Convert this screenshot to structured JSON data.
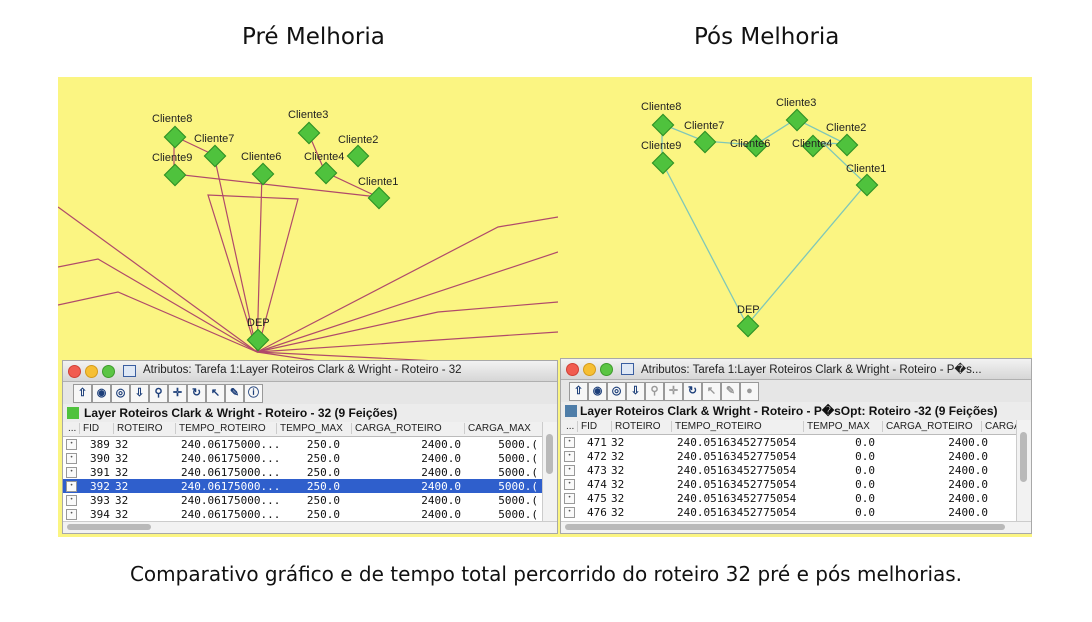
{
  "headings": {
    "before": "Pré Melhoria",
    "after": "Pós Melhoria"
  },
  "caption": "Comparativo gráfico e de tempo total percorrido do roteiro 32 pré e pós melhorias.",
  "colors": {
    "map_bg": "#fbf582",
    "node": "#4fc23d",
    "route_before": "#b04a6a",
    "route_after": "#7fc7b8",
    "selected_row": "#2f5fcc"
  },
  "before": {
    "nodes": [
      {
        "label": "Cliente8"
      },
      {
        "label": "Cliente7"
      },
      {
        "label": "Cliente9"
      },
      {
        "label": "Cliente3"
      },
      {
        "label": "Cliente2"
      },
      {
        "label": "Cliente6"
      },
      {
        "label": "Cliente4"
      },
      {
        "label": "Cliente1"
      },
      {
        "label": "DEP"
      }
    ],
    "window": {
      "title": "Atributos: Tarefa 1:Layer Roteiros Clark & Wright - Roteiro - 32",
      "layer_title": "Layer Roteiros Clark & Wright - Roteiro - 32 (9 Feições)",
      "columns": [
        "...",
        "FID",
        "ROTEIRO",
        "TEMPO_ROTEIRO",
        "TEMPO_MAX",
        "CARGA_ROTEIRO",
        "CARGA_MAX"
      ],
      "rows": [
        {
          "fid": "389",
          "roteiro": "32",
          "tempo_roteiro": "240.06175000...",
          "tempo_max": "250.0",
          "carga_roteiro": "2400.0",
          "carga_max": "5000.("
        },
        {
          "fid": "390",
          "roteiro": "32",
          "tempo_roteiro": "240.06175000...",
          "tempo_max": "250.0",
          "carga_roteiro": "2400.0",
          "carga_max": "5000.("
        },
        {
          "fid": "391",
          "roteiro": "32",
          "tempo_roteiro": "240.06175000...",
          "tempo_max": "250.0",
          "carga_roteiro": "2400.0",
          "carga_max": "5000.("
        },
        {
          "fid": "392",
          "roteiro": "32",
          "tempo_roteiro": "240.06175000...",
          "tempo_max": "250.0",
          "carga_roteiro": "2400.0",
          "carga_max": "5000.(",
          "selected": true
        },
        {
          "fid": "393",
          "roteiro": "32",
          "tempo_roteiro": "240.06175000...",
          "tempo_max": "250.0",
          "carga_roteiro": "2400.0",
          "carga_max": "5000.("
        },
        {
          "fid": "394",
          "roteiro": "32",
          "tempo_roteiro": "240.06175000...",
          "tempo_max": "250.0",
          "carga_roteiro": "2400.0",
          "carga_max": "5000.("
        }
      ]
    }
  },
  "after": {
    "nodes": [
      {
        "label": "Cliente8"
      },
      {
        "label": "Cliente7"
      },
      {
        "label": "Cliente9"
      },
      {
        "label": "Cliente3"
      },
      {
        "label": "Cliente2"
      },
      {
        "label": "Cliente6"
      },
      {
        "label": "Cliente4"
      },
      {
        "label": "Cliente1"
      },
      {
        "label": "DEP"
      }
    ],
    "window": {
      "title": "Atributos: Tarefa 1:Layer Roteiros Clark & Wright - Roteiro - P�s...",
      "layer_title": "Layer Roteiros Clark & Wright - Roteiro - P�sOpt: Roteiro -32 (9 Feições)",
      "columns": [
        "...",
        "FID",
        "ROTEIRO",
        "TEMPO_ROTEIRO",
        "TEMPO_MAX",
        "CARGA_ROTEIRO",
        "CARGA"
      ],
      "rows": [
        {
          "fid": "471",
          "roteiro": "32",
          "tempo_roteiro": "240.05163452775054",
          "tempo_max": "0.0",
          "carga_roteiro": "2400.0"
        },
        {
          "fid": "472",
          "roteiro": "32",
          "tempo_roteiro": "240.05163452775054",
          "tempo_max": "0.0",
          "carga_roteiro": "2400.0"
        },
        {
          "fid": "473",
          "roteiro": "32",
          "tempo_roteiro": "240.05163452775054",
          "tempo_max": "0.0",
          "carga_roteiro": "2400.0"
        },
        {
          "fid": "474",
          "roteiro": "32",
          "tempo_roteiro": "240.05163452775054",
          "tempo_max": "0.0",
          "carga_roteiro": "2400.0"
        },
        {
          "fid": "475",
          "roteiro": "32",
          "tempo_roteiro": "240.05163452775054",
          "tempo_max": "0.0",
          "carga_roteiro": "2400.0"
        },
        {
          "fid": "476",
          "roteiro": "32",
          "tempo_roteiro": "240.05163452775054",
          "tempo_max": "0.0",
          "carga_roteiro": "2400.0"
        }
      ]
    }
  },
  "toolbar_icons": [
    "arrow-up-icon",
    "zoom-to-icon",
    "zoom-selection-icon",
    "arrow-down-icon",
    "magnifier-icon",
    "pan-icon",
    "refresh-icon",
    "pointer-icon",
    "edit-icon",
    "info-icon"
  ]
}
